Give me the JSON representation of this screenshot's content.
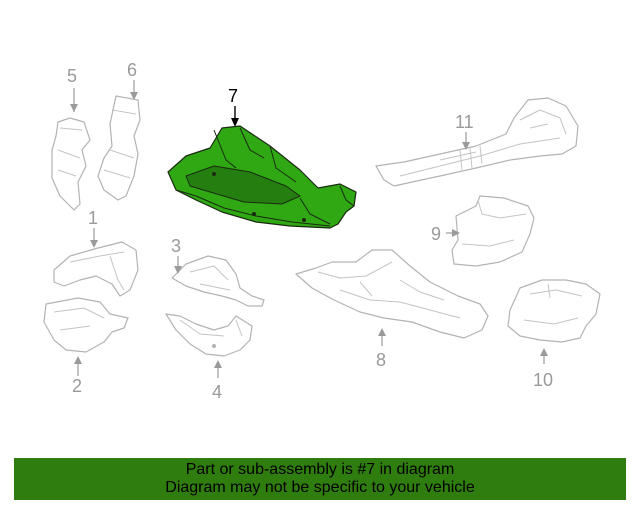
{
  "callouts": {
    "c1": "1",
    "c2": "2",
    "c3": "3",
    "c4": "4",
    "c5": "5",
    "c6": "6",
    "c7": "7",
    "c8": "8",
    "c9": "9",
    "c10": "10",
    "c11": "11"
  },
  "highlighted_part": "7",
  "colors": {
    "highlight": "#2fa814",
    "banner": "#2f7d0f",
    "outline": "#b3b3b3"
  },
  "footer": {
    "line1": "Part or sub-assembly is #7 in diagram",
    "line2": "Diagram may not be specific to your vehicle"
  }
}
